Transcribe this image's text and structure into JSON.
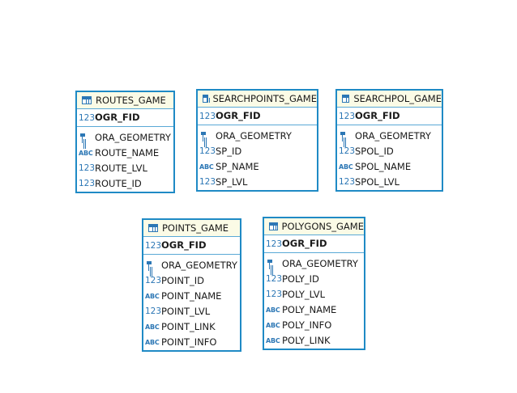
{
  "tables": [
    {
      "name": "ROUTES_GAME",
      "pk": {
        "type": "123",
        "name": "OGR_FID"
      },
      "columns": [
        {
          "type": "geo",
          "name": "ORA_GEOMETRY"
        },
        {
          "type": "ABC",
          "name": "ROUTE_NAME"
        },
        {
          "type": "123",
          "name": "ROUTE_LVL"
        },
        {
          "type": "123",
          "name": "ROUTE_ID"
        }
      ]
    },
    {
      "name": "SEARCHPOINTS_GAME",
      "pk": {
        "type": "123",
        "name": "OGR_FID"
      },
      "columns": [
        {
          "type": "geo",
          "name": "ORA_GEOMETRY"
        },
        {
          "type": "123",
          "name": "SP_ID"
        },
        {
          "type": "ABC",
          "name": "SP_NAME"
        },
        {
          "type": "123",
          "name": "SP_LVL"
        }
      ]
    },
    {
      "name": "SEARCHPOL_GAME",
      "pk": {
        "type": "123",
        "name": "OGR_FID"
      },
      "columns": [
        {
          "type": "geo",
          "name": "ORA_GEOMETRY"
        },
        {
          "type": "123",
          "name": "SPOL_ID"
        },
        {
          "type": "ABC",
          "name": "SPOL_NAME"
        },
        {
          "type": "123",
          "name": "SPOL_LVL"
        }
      ]
    },
    {
      "name": "POINTS_GAME",
      "pk": {
        "type": "123",
        "name": "OGR_FID"
      },
      "columns": [
        {
          "type": "geo",
          "name": "ORA_GEOMETRY"
        },
        {
          "type": "123",
          "name": "POINT_ID"
        },
        {
          "type": "ABC",
          "name": "POINT_NAME"
        },
        {
          "type": "123",
          "name": "POINT_LVL"
        },
        {
          "type": "ABC",
          "name": "POINT_LINK"
        },
        {
          "type": "ABC",
          "name": "POINT_INFO"
        }
      ]
    },
    {
      "name": "POLYGONS_GAME",
      "pk": {
        "type": "123",
        "name": "OGR_FID"
      },
      "columns": [
        {
          "type": "geo",
          "name": "ORA_GEOMETRY"
        },
        {
          "type": "123",
          "name": "POLY_ID"
        },
        {
          "type": "123",
          "name": "POLY_LVL"
        },
        {
          "type": "ABC",
          "name": "POLY_NAME"
        },
        {
          "type": "ABC",
          "name": "POLY_INFO"
        },
        {
          "type": "ABC",
          "name": "POLY_LINK"
        }
      ]
    }
  ]
}
